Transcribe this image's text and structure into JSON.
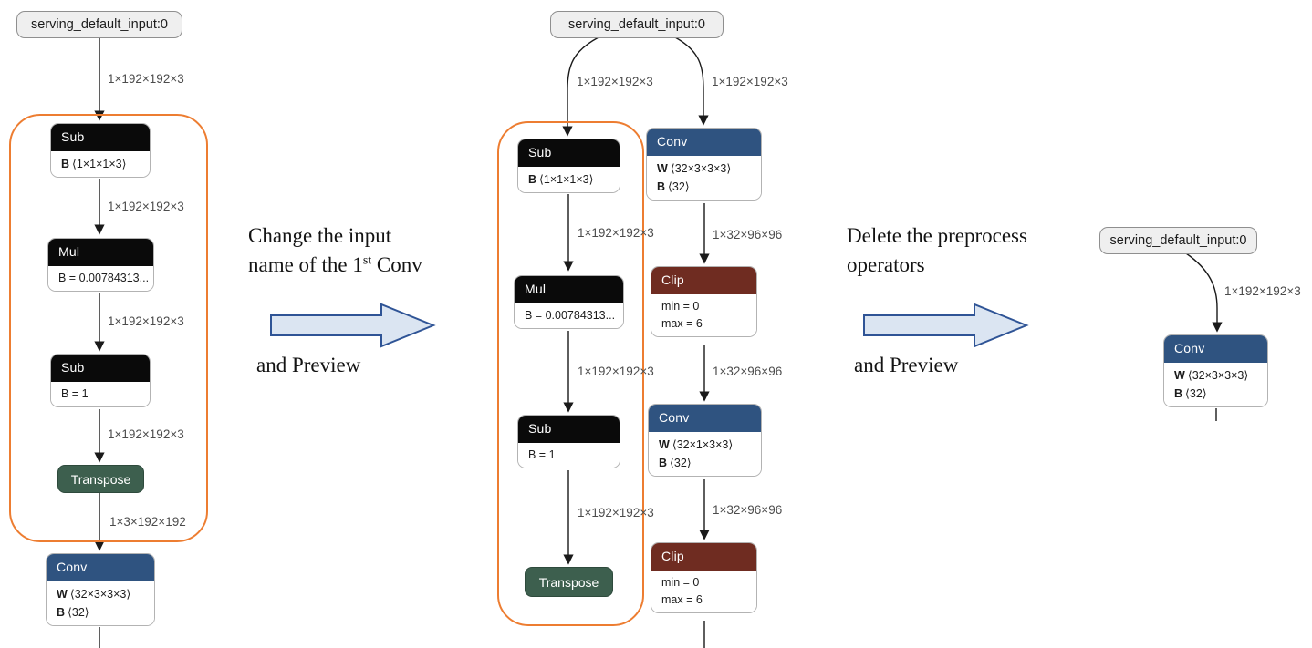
{
  "colors": {
    "conv_header": "#2f5380",
    "clip_header": "#6f2c21",
    "transpose_node": "#3d5f4e",
    "elementwise_header": "#0a0a0a",
    "group_outline_orange": "#ed7d31",
    "fat_arrow_fill": "#dbe5f2",
    "fat_arrow_stroke": "#2f5496",
    "input_pill_bg": "#efefef"
  },
  "annotations": {
    "step1": {
      "line1": "Change the input",
      "line2_pre": "name of the 1",
      "line2_sup": "st",
      "line2_post": " Conv",
      "line3": "and Preview"
    },
    "step2": {
      "line1": "Delete the preprocess",
      "line2": "operators",
      "line3": "and Preview"
    }
  },
  "graphs": {
    "left": {
      "input_label": "serving_default_input:0",
      "edges": [
        "1×192×192×3",
        "1×192×192×3",
        "1×192×192×3",
        "1×192×192×3",
        "1×3×192×192"
      ],
      "nodes": {
        "sub1": {
          "title": "Sub",
          "attrs": [
            {
              "key": "B",
              "value": "⟨1×1×1×3⟩"
            }
          ]
        },
        "mul": {
          "title": "Mul",
          "attrs": [
            {
              "text": "B = 0.00784313..."
            }
          ]
        },
        "sub2": {
          "title": "Sub",
          "attrs": [
            {
              "text": "B = 1"
            }
          ]
        },
        "transpose": {
          "title": "Transpose"
        },
        "conv": {
          "title": "Conv",
          "attrs": [
            {
              "key": "W",
              "value": "⟨32×3×3×3⟩"
            },
            {
              "key": "B",
              "value": "⟨32⟩"
            }
          ]
        }
      }
    },
    "middle": {
      "input_label": "serving_default_input:0",
      "left_branch": {
        "edges": [
          "1×192×192×3",
          "1×192×192×3",
          "1×192×192×3",
          "1×192×192×3"
        ],
        "nodes": {
          "sub1": {
            "title": "Sub",
            "attrs": [
              {
                "key": "B",
                "value": "⟨1×1×1×3⟩"
              }
            ]
          },
          "mul": {
            "title": "Mul",
            "attrs": [
              {
                "text": "B = 0.00784313..."
              }
            ]
          },
          "sub2": {
            "title": "Sub",
            "attrs": [
              {
                "text": "B = 1"
              }
            ]
          },
          "transpose": {
            "title": "Transpose"
          }
        }
      },
      "right_branch": {
        "edges": [
          "1×192×192×3",
          "1×32×96×96",
          "1×32×96×96",
          "1×32×96×96"
        ],
        "nodes": {
          "conv1": {
            "title": "Conv",
            "attrs": [
              {
                "key": "W",
                "value": "⟨32×3×3×3⟩"
              },
              {
                "key": "B",
                "value": "⟨32⟩"
              }
            ]
          },
          "clip1": {
            "title": "Clip",
            "attrs": [
              {
                "text": "min = 0"
              },
              {
                "text": "max = 6"
              }
            ]
          },
          "conv2": {
            "title": "Conv",
            "attrs": [
              {
                "key": "W",
                "value": "⟨32×1×3×3⟩"
              },
              {
                "key": "B",
                "value": "⟨32⟩"
              }
            ]
          },
          "clip2": {
            "title": "Clip",
            "attrs": [
              {
                "text": "min = 0"
              },
              {
                "text": "max = 6"
              }
            ]
          }
        }
      }
    },
    "right": {
      "input_label": "serving_default_input:0",
      "edges": [
        "1×192×192×3"
      ],
      "nodes": {
        "conv": {
          "title": "Conv",
          "attrs": [
            {
              "key": "W",
              "value": "⟨32×3×3×3⟩"
            },
            {
              "key": "B",
              "value": "⟨32⟩"
            }
          ]
        }
      }
    }
  }
}
